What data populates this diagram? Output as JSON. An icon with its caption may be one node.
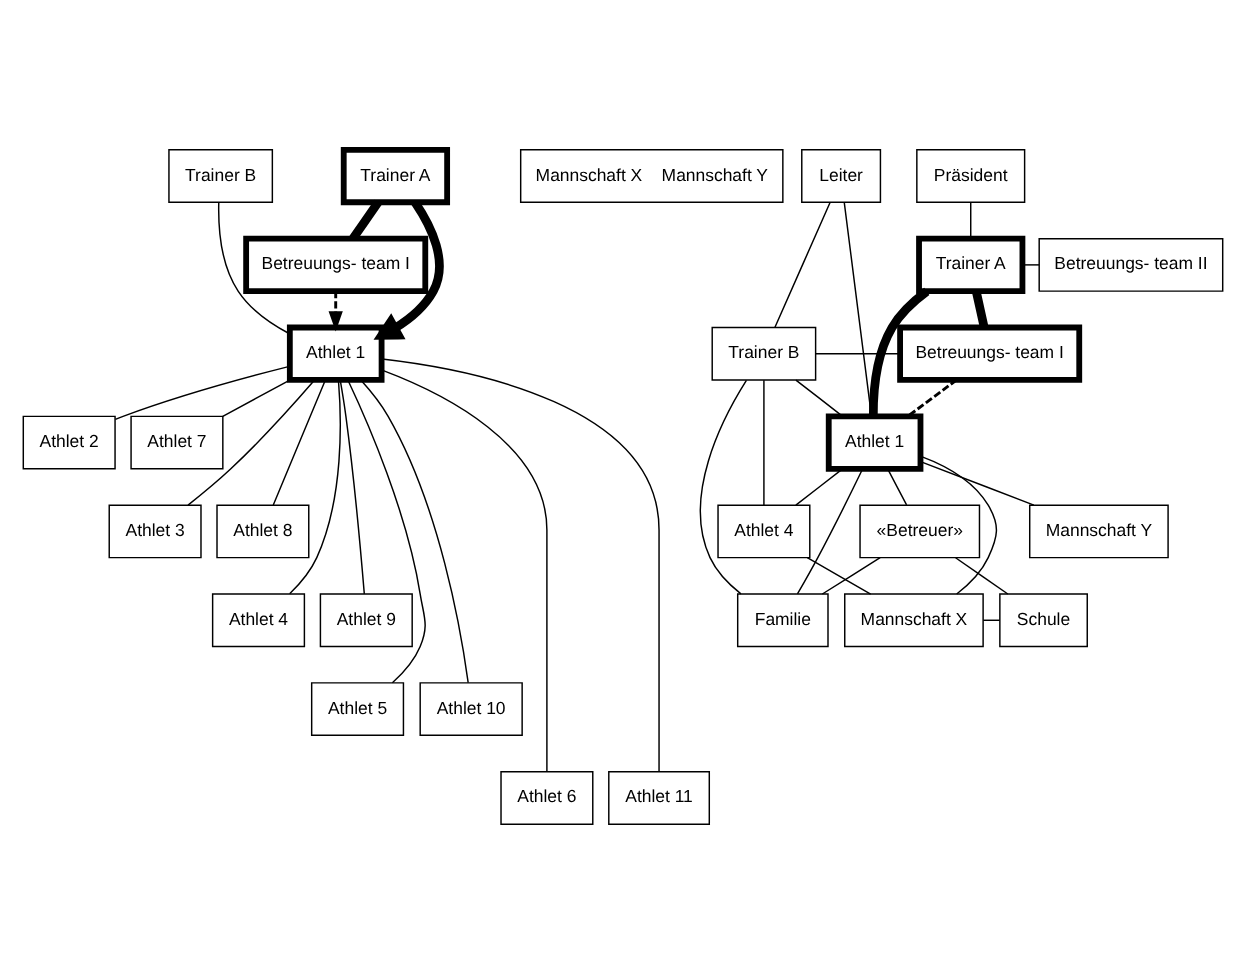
{
  "diagram": {
    "nodes": [
      {
        "text": [
          "Trainer B"
        ]
      },
      {
        "text": [
          "Trainer A"
        ]
      },
      {
        "text": [
          "Betreuungs- team I"
        ]
      },
      {
        "text": [
          "Mannschaft X",
          "Mannschaft Y"
        ]
      },
      {
        "text": [
          "Athlet 1"
        ]
      },
      {
        "text": [
          "Athlet 2"
        ]
      },
      {
        "text": [
          "Athlet 7"
        ]
      },
      {
        "text": [
          "Athlet 3"
        ]
      },
      {
        "text": [
          "Athlet 8"
        ]
      },
      {
        "text": [
          "Athlet 4"
        ]
      },
      {
        "text": [
          "Athlet 9"
        ]
      },
      {
        "text": [
          "Athlet 5"
        ]
      },
      {
        "text": [
          "Athlet 10"
        ]
      },
      {
        "text": [
          "Athlet 6"
        ]
      },
      {
        "text": [
          "Athlet 11"
        ]
      },
      {
        "text": [
          "Leiter"
        ]
      },
      {
        "text": [
          "Präsident"
        ]
      },
      {
        "text": [
          "Betreuungs- team II"
        ]
      },
      {
        "text": [
          "Trainer A"
        ]
      },
      {
        "text": [
          "Betreuungs- team I"
        ]
      },
      {
        "text": [
          "Trainer B"
        ]
      },
      {
        "text": [
          "Athlet 1"
        ]
      },
      {
        "text": [
          "Athlet 4"
        ]
      },
      {
        "text": [
          "«Betreuer»"
        ]
      },
      {
        "text": [
          "Familie"
        ]
      },
      {
        "text": [
          "Mannschaft X"
        ]
      },
      {
        "text": [
          "Schule"
        ]
      },
      {
        "text": [
          "Mannschaft Y"
        ]
      }
    ],
    "edges": [
      {
        "from": 0,
        "to": 4,
        "arrow": "none"
      },
      {
        "from": 1,
        "to": 4,
        "arrow": "to",
        "style": "thick"
      },
      {
        "from": 1,
        "to": 2,
        "arrow": "none",
        "style": "thick"
      },
      {
        "from": 2,
        "to": 4,
        "arrow": "to",
        "style": "dashed"
      },
      {
        "from": 4,
        "to": 5,
        "arrow": "none"
      },
      {
        "from": 4,
        "to": 6,
        "arrow": "none"
      },
      {
        "from": 4,
        "to": 7,
        "arrow": "none"
      },
      {
        "from": 4,
        "to": 8,
        "arrow": "none"
      },
      {
        "from": 4,
        "to": 9,
        "arrow": "none"
      },
      {
        "from": 4,
        "to": 10,
        "arrow": "none"
      },
      {
        "from": 4,
        "to": 11,
        "arrow": "none"
      },
      {
        "from": 4,
        "to": 12,
        "arrow": "none"
      },
      {
        "from": 4,
        "to": 13,
        "arrow": "none"
      },
      {
        "from": 4,
        "to": 14,
        "arrow": "none"
      },
      {
        "from": 15,
        "to": 20,
        "arrow": "none"
      },
      {
        "from": 15,
        "to": 21,
        "arrow": "none"
      },
      {
        "from": 16,
        "to": 18,
        "arrow": "none"
      },
      {
        "from": 18,
        "to": 17,
        "arrow": "none"
      },
      {
        "from": 18,
        "to": 19,
        "arrow": "none",
        "style": "thick"
      },
      {
        "from": 18,
        "to": 21,
        "arrow": "none",
        "style": "thick"
      },
      {
        "from": 20,
        "to": 19,
        "arrow": "none"
      },
      {
        "from": 20,
        "to": 21,
        "arrow": "none"
      },
      {
        "from": 19,
        "to": 21,
        "arrow": "none",
        "style": "dashed"
      },
      {
        "from": 20,
        "to": 22,
        "arrow": "none"
      },
      {
        "from": 20,
        "to": 24,
        "arrow": "none"
      },
      {
        "from": 21,
        "to": 22,
        "arrow": "none"
      },
      {
        "from": 21,
        "to": 25,
        "arrow": "none"
      },
      {
        "from": 21,
        "to": 27,
        "arrow": "none"
      },
      {
        "from": 21,
        "to": 24,
        "arrow": "none"
      },
      {
        "from": 21,
        "to": 23,
        "arrow": "none"
      },
      {
        "from": 23,
        "to": 24,
        "arrow": "none"
      },
      {
        "from": 23,
        "to": 26,
        "arrow": "none"
      },
      {
        "from": 22,
        "to": 25,
        "arrow": "none"
      },
      {
        "from": 25,
        "to": 26,
        "arrow": "none"
      }
    ]
  }
}
